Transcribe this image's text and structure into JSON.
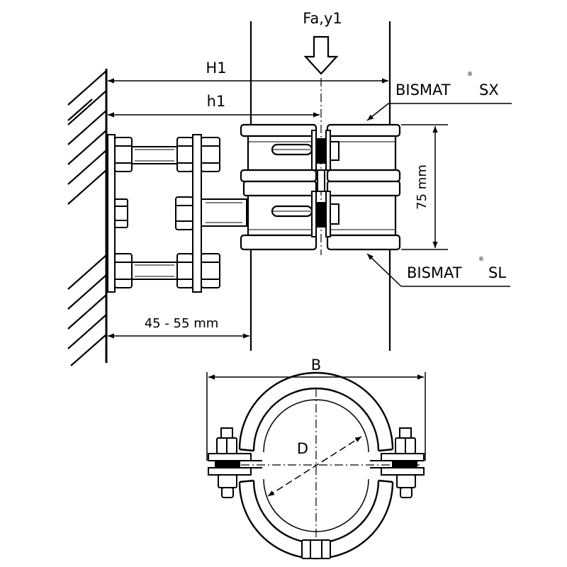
{
  "labels": {
    "force": "Fa,y1",
    "H1": "H1",
    "h1": "h1",
    "product_top": "BISMAT",
    "product_top_suffix": "SX",
    "product_bottom": "BISMAT",
    "product_bottom_suffix": "SL",
    "registered": "®",
    "height_dim": "75 mm",
    "offset_dim": "45 - 55 mm",
    "width_B": "B",
    "diameter_D": "D"
  },
  "colors": {
    "line": "#000000",
    "background": "#ffffff"
  }
}
